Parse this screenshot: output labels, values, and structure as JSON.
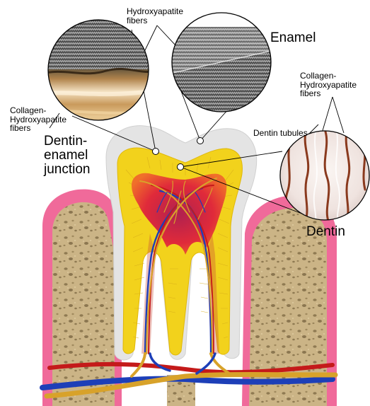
{
  "labels": {
    "hydroxyapatite_top_line1": "Hydroxyapatite",
    "hydroxyapatite_top_line2": "fibers",
    "enamel": "Enamel",
    "collagen_right_line1": "Collagen-",
    "collagen_right_line2": "Hydroxyapatite",
    "collagen_right_line3": "fibers",
    "dentin_tubules": "Dentin tubules",
    "collagen_left_line1": "Collagen-",
    "collagen_left_line2": "Hydroxyapatite",
    "collagen_left_line3": "fibers",
    "dej_line1": "Dentin-",
    "dej_line2": "enamel",
    "dej_line3": "junction",
    "dentin": "Dentin"
  },
  "colors": {
    "gum": "#f06a9a",
    "bone": "#cbb486",
    "enamel": "#e4e4e4",
    "dentin": "#f2d21c",
    "pulp": "#d8233a",
    "vein": "#1d3fb8",
    "artery": "#c41a1a",
    "nerve": "#d8a22a"
  }
}
